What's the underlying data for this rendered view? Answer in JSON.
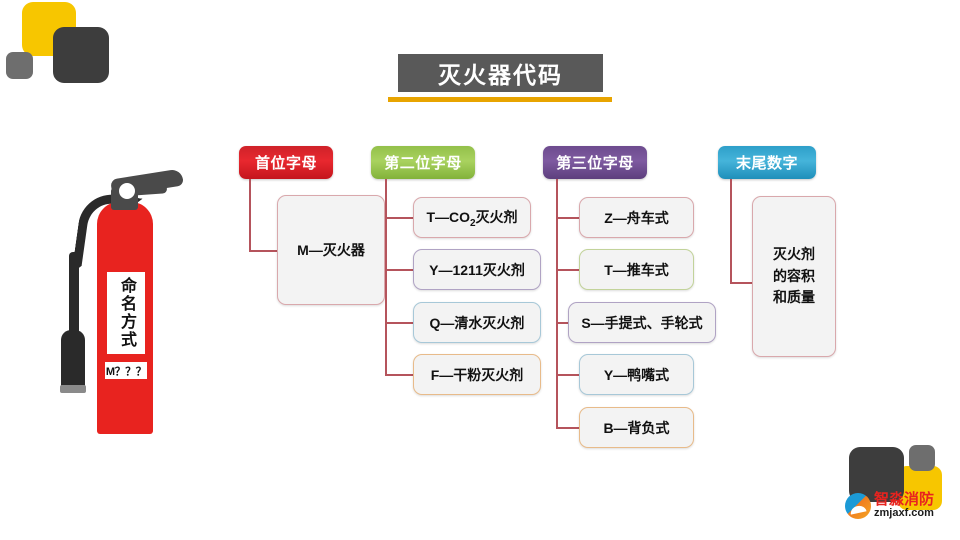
{
  "page": {
    "title": "灭火器代码",
    "accent_banner_color": "#595959",
    "accent_underline_color": "#e8a400"
  },
  "extinguisher": {
    "label_text": "命名方式",
    "code_text": "M？？？",
    "body_color": "#e8231f"
  },
  "branches": [
    {
      "header": "首位字母",
      "header_color": "#cf2229",
      "nodes": [
        {
          "text": "M—灭火器",
          "border": "b-pink"
        }
      ]
    },
    {
      "header": "第二位字母",
      "header_color": "#93c04a",
      "nodes": [
        {
          "text": "T—CO2灭火剂",
          "border": "b-pink"
        },
        {
          "text": "Y—1211灭火剂",
          "border": "b-purple"
        },
        {
          "text": "Q—清水灭火剂",
          "border": "b-blue"
        },
        {
          "text": "F—干粉灭火剂",
          "border": "b-orange"
        }
      ]
    },
    {
      "header": "第三位字母",
      "header_color": "#6d4b8e",
      "nodes": [
        {
          "text": "Z—舟车式",
          "border": "b-pink"
        },
        {
          "text": "T—推车式",
          "border": "b-green"
        },
        {
          "text": "S—手提式、手轮式",
          "border": "b-purple"
        },
        {
          "text": "Y—鸭嘴式",
          "border": "b-blue"
        },
        {
          "text": "B—背负式",
          "border": "b-orange"
        }
      ]
    },
    {
      "header": "末尾数字",
      "header_color": "#2e9fc9",
      "nodes": [
        {
          "text": "灭火剂\n的容积\n和质量",
          "border": "b-pink"
        }
      ]
    }
  ],
  "node_labels": {
    "b1n1": "M—灭火器",
    "b2n1_pre": "T—CO",
    "b2n1_sub": "2",
    "b2n1_post": "灭火剂",
    "b2n2": "Y—1211灭火剂",
    "b2n3": "Q—清水灭火剂",
    "b2n4": "F—干粉灭火剂",
    "b3n1": "Z—舟车式",
    "b3n2": "T—推车式",
    "b3n3": "S—手提式、手轮式",
    "b3n4": "Y—鸭嘴式",
    "b3n5": "B—背负式",
    "b4n1_l1": "灭火剂",
    "b4n1_l2": "的容积",
    "b4n1_l3": "和质量"
  },
  "headers": {
    "h1": "首位字母",
    "h2": "第二位字母",
    "h3": "第三位字母",
    "h4": "末尾数字"
  },
  "logo": {
    "name": "智淼消防",
    "url": "zmjaxf.com"
  }
}
